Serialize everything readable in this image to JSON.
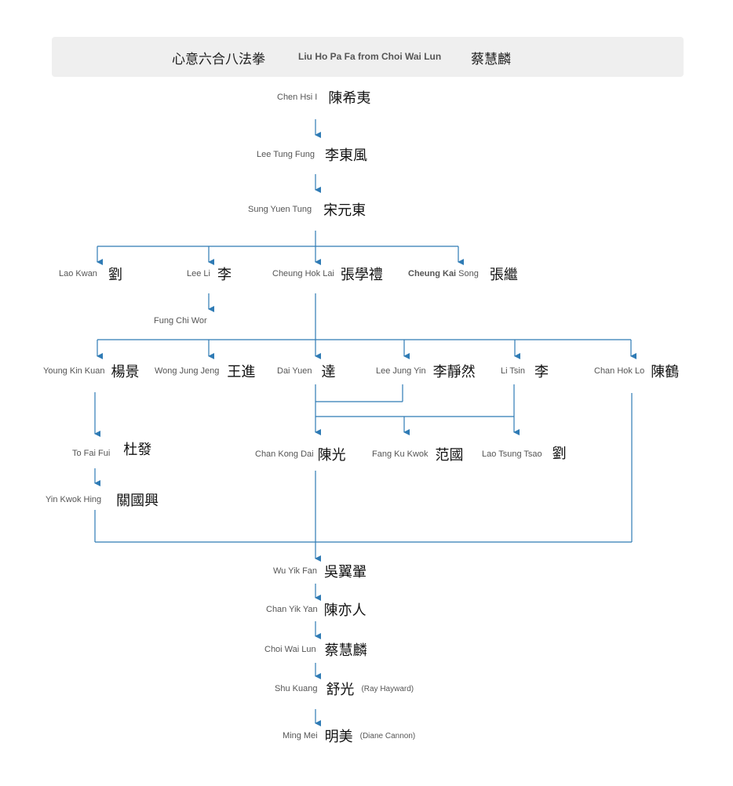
{
  "header": {
    "title_cn": "心意六合八法拳",
    "title_en": "Liu Ho Pa Fa from Choi Wai Lun",
    "title_cn2": "蔡慧麟"
  },
  "colors": {
    "line": "#2f7bb5",
    "header_bg": "#efefef"
  },
  "nodes": {
    "chen_hsi_i": {
      "en": "Chen Hsi I",
      "cn": "陳希夷"
    },
    "lee_tung_fung": {
      "en": "Lee Tung Fung",
      "cn": "李東風"
    },
    "sung_yuen_tung": {
      "en": "Sung Yuen Tung",
      "cn": "宋元東"
    },
    "lao_kwan": {
      "en": "Lao Kwan",
      "cn": "劉"
    },
    "lee_li": {
      "en": "Lee Li",
      "cn": "李"
    },
    "cheung_hok_lai": {
      "en": "Cheung Hok Lai",
      "cn": "張學禮"
    },
    "cheung_kai_song": {
      "en_bold": "Cheung Kai",
      "en_rest": " Song",
      "cn": "張繼"
    },
    "fung_chi_wor": {
      "en": "Fung Chi Wor"
    },
    "young_kin_kuan": {
      "en": "Young Kin Kuan",
      "cn": "楊景"
    },
    "wong_jung_jeng": {
      "en": "Wong Jung Jeng",
      "cn": "王進"
    },
    "dai_yuen": {
      "en": "Dai Yuen",
      "cn": "達"
    },
    "lee_jung_yin": {
      "en": "Lee Jung Yin",
      "cn": "李靜然"
    },
    "li_tsin": {
      "en": "Li Tsin",
      "cn": "李"
    },
    "chan_hok_lo": {
      "en": "Chan Hok Lo",
      "cn": "陳鶴"
    },
    "to_fai_fui": {
      "en": "To Fai Fui",
      "cn": "杜發"
    },
    "chan_kong_dai": {
      "en": "Chan Kong Dai",
      "cn": "陳光"
    },
    "fang_ku_kwok": {
      "en": "Fang Ku Kwok",
      "cn": "范國"
    },
    "lao_tsung_tsao": {
      "en": "Lao Tsung Tsao",
      "cn": "劉"
    },
    "yin_kwok_hing": {
      "en": "Yin Kwok Hing",
      "cn": "關國興"
    },
    "wu_yik_fan": {
      "en": "Wu Yik Fan",
      "cn": "吳翼翬"
    },
    "chan_yik_yan": {
      "en": "Chan Yik Yan",
      "cn": "陳亦人"
    },
    "choi_wai_lun": {
      "en": "Choi Wai Lun",
      "cn": "蔡慧麟"
    },
    "shu_kuang": {
      "en": "Shu Kuang",
      "cn": "舒光",
      "note": "(Ray Hayward)"
    },
    "ming_mei": {
      "en": "Ming Mei",
      "cn": "明美",
      "note": "(Diane Cannon)"
    }
  }
}
